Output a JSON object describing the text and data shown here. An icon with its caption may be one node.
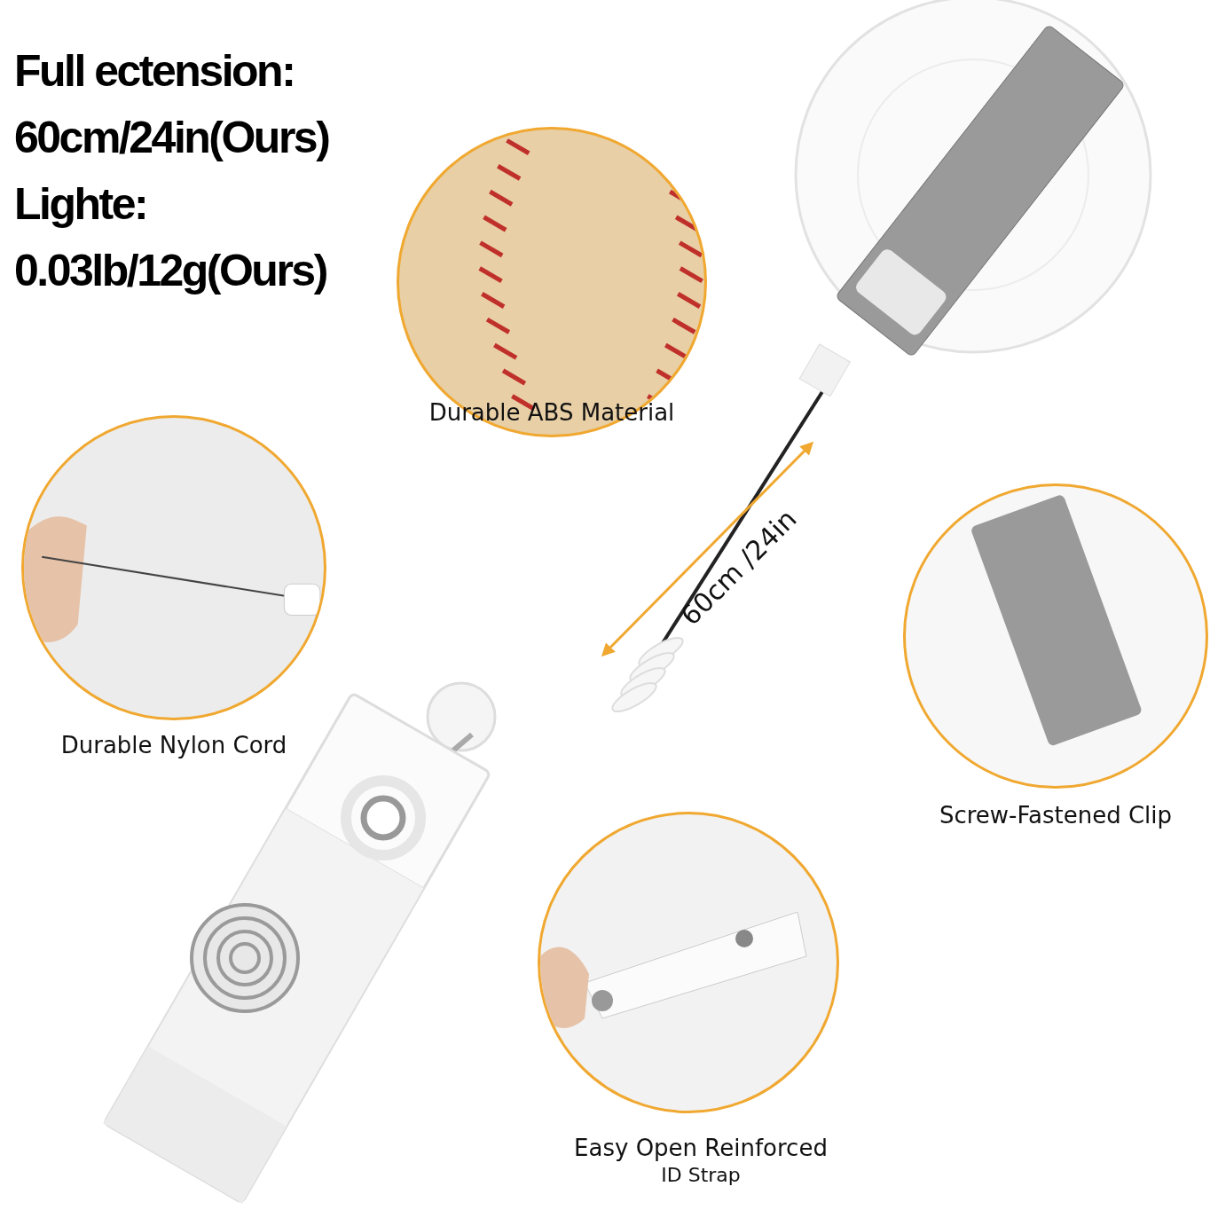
{
  "diagram": {
    "nodes": [
      {
        "text": [
          "Durable ABS Material"
        ]
      },
      {
        "text": [
          "Durable Nylon Cord"
        ]
      },
      {
        "text": [
          "Screw-Fastened Clip"
        ]
      },
      {
        "text": [
          "Easy Open Reinforced",
          "ID Strap"
        ]
      }
    ],
    "labels": [
      "Full ectension:",
      "60cm/24in(Ours)",
      "Lighte:",
      "0.03lb/12g(Ours)",
      "60cm /24in"
    ]
  }
}
